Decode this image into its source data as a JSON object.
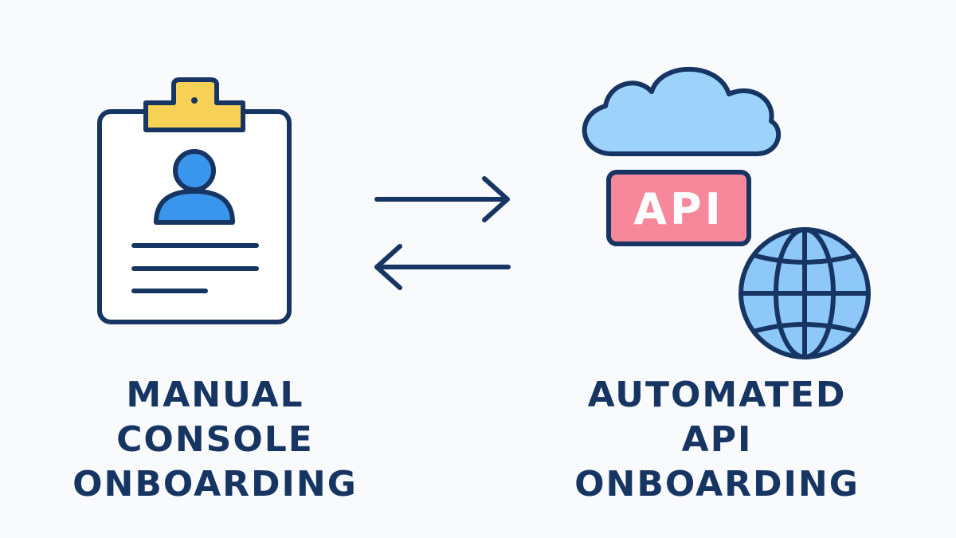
{
  "colors": {
    "outline": "#163563",
    "clip": "#f8d257",
    "person": "#3a96ec",
    "cloud": "#9dd3fb",
    "api_badge": "#f7879b",
    "globe": "#8ec8f8",
    "background": "#f9fafc"
  },
  "icons": {
    "left": "clipboard-profile-icon",
    "right_top": "cloud-icon",
    "right_mid": "api-badge-icon",
    "right_bottom": "globe-icon",
    "center": "bidirectional-arrows-icon"
  },
  "right_panel": {
    "api_label": "API",
    "caption_lines": [
      "AUTOMATED",
      "API",
      "ONBOARDING"
    ]
  },
  "left_panel": {
    "caption_lines": [
      "MANUAL",
      "CONSOLE",
      "ONBOARDING"
    ]
  }
}
